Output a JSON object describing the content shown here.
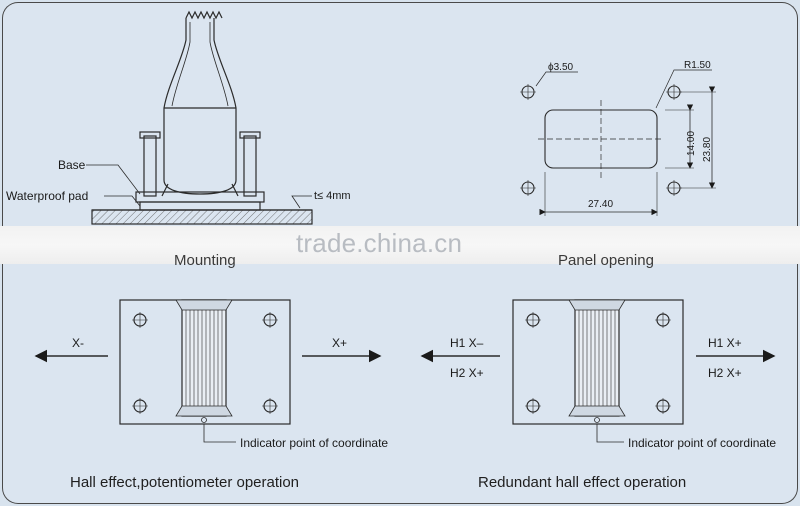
{
  "mounting": {
    "label_base": "Base",
    "label_waterproof": "Waterproof pad",
    "label_thickness": "t≤ 4mm",
    "caption": "Mounting"
  },
  "panel_opening": {
    "dim_hole": "ϕ3.50",
    "dim_radius": "R1.50",
    "dim_height_inner": "14.00",
    "dim_height_outer": "23.80",
    "dim_width": "27.40",
    "caption": "Panel opening"
  },
  "watermark": "trade.china.cn",
  "left_panel": {
    "axis_left": "X-",
    "axis_right": "X+",
    "indicator": "Indicator point of coordinate",
    "caption": "Hall effect,potentiometer operation"
  },
  "right_panel": {
    "left_top": "H1 X–",
    "left_bottom": "H2 X+",
    "right_top": "H1 X+",
    "right_bottom": "H2 X+",
    "indicator": "Indicator point of coordinate",
    "caption": "Redundant hall effect operation"
  }
}
